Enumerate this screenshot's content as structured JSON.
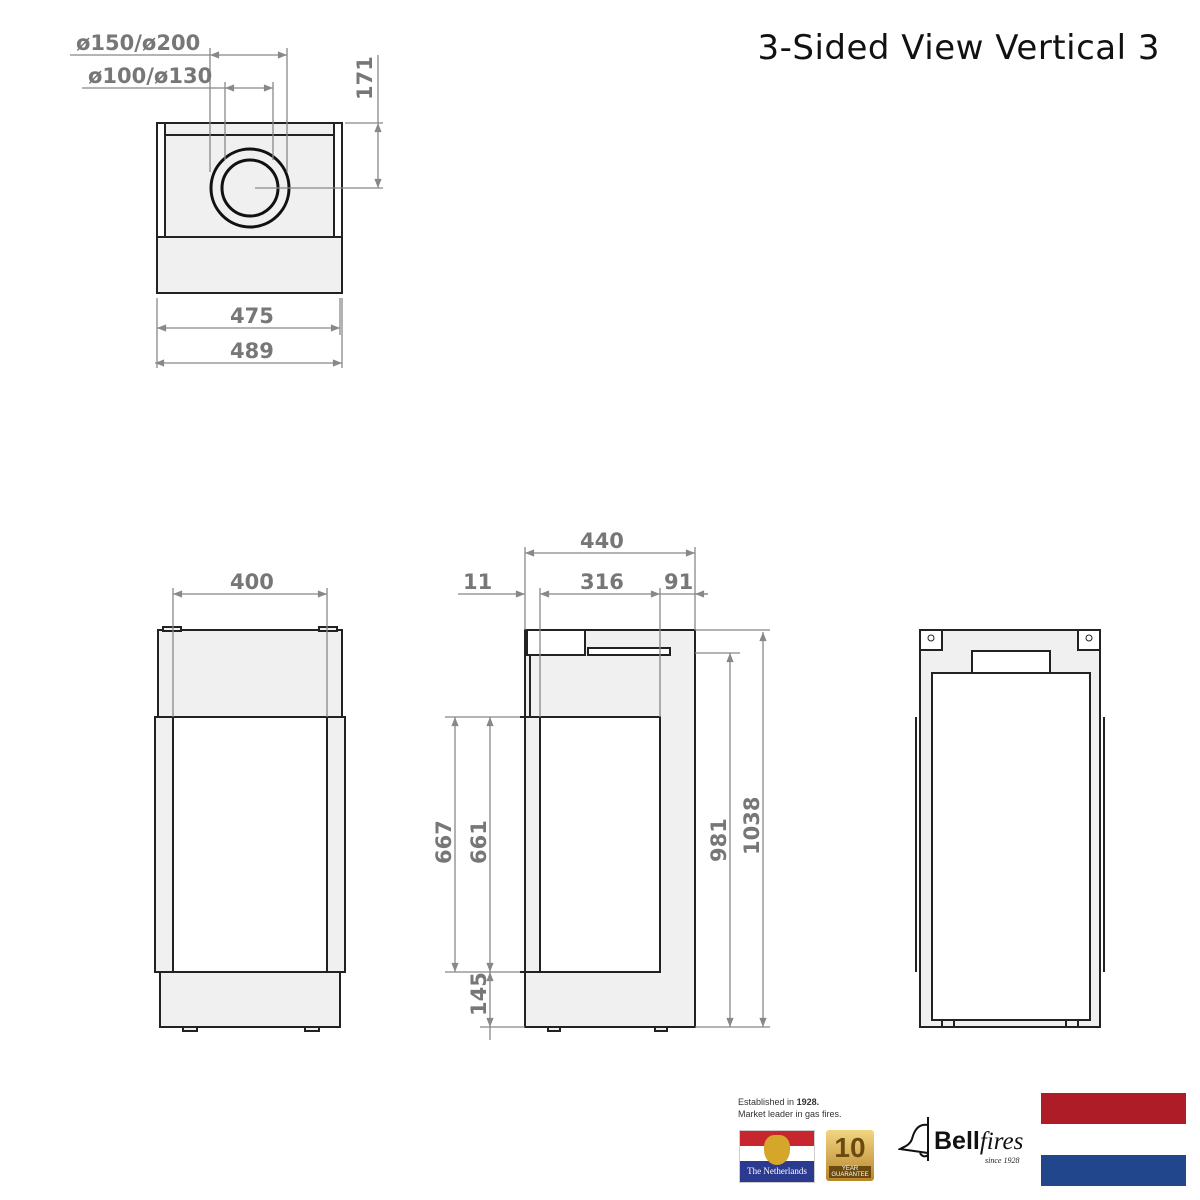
{
  "title": "3-Sided View Vertical 3",
  "top_view": {
    "dia_outer": "ø150/ø200",
    "dia_inner": "ø100/ø130",
    "depth_to_center": "171",
    "width_inner": "475",
    "width_outer": "489"
  },
  "front_view": {
    "width": "400"
  },
  "side_view": {
    "total_depth": "440",
    "offset": "11",
    "glass_depth": "316",
    "rear": "91",
    "h667": "667",
    "h661": "661",
    "h145": "145",
    "h981": "981",
    "h1038": "1038"
  },
  "footer": {
    "established_prefix": "Established in",
    "established_year": "1928.",
    "tagline": "Market leader in gas fires.",
    "nl_badge": "The Netherlands",
    "guarantee_number": "10",
    "guarantee_text": "YEAR GUARANTEE",
    "brand_bold": "Bell",
    "brand_italic": "fires",
    "brand_since": "since 1928",
    "flag_colors": [
      "#ae1c28",
      "#ffffff",
      "#21468b"
    ]
  }
}
